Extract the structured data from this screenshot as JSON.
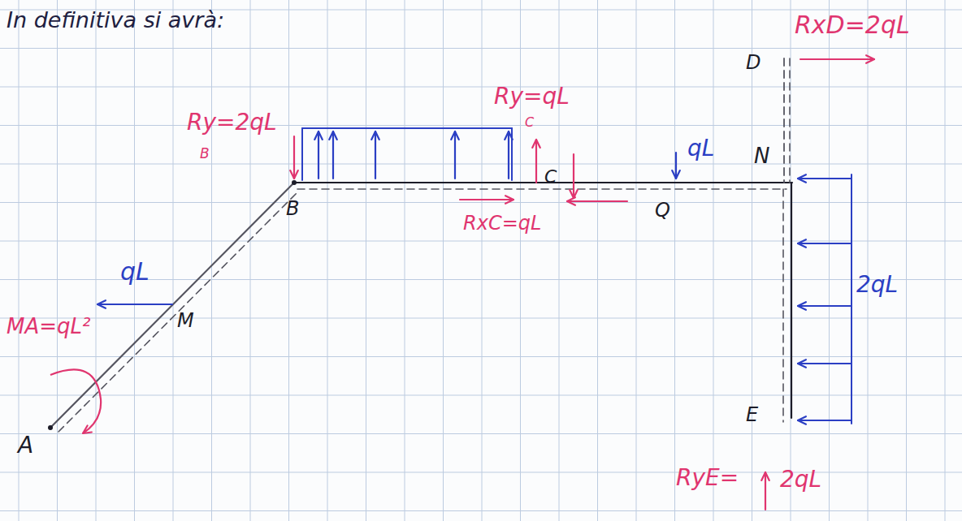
{
  "diagram": {
    "title": "In definitiva si avrà:",
    "labels": [
      "RxD=2qL",
      "D",
      "Ry=2qL",
      "B",
      "Ry=qL",
      "C",
      "qL",
      "N",
      "C",
      "Q",
      "B",
      "RxC=qL",
      "qL",
      "M",
      "MA=qL²",
      "A",
      "2qL",
      "E",
      "RyE=",
      "2qL"
    ]
  }
}
